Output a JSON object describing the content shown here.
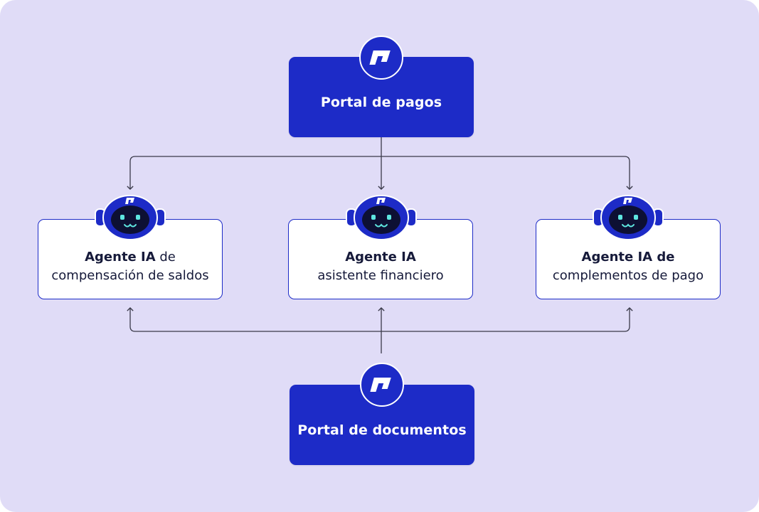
{
  "colors": {
    "background": "#e0dcf7",
    "brand_blue": "#1d2bc7",
    "text_dark": "#161a3a",
    "connector": "#3a3a4a",
    "robot_screen": "#0d1033",
    "robot_face": "#5ee6e0"
  },
  "portals": {
    "pagos": {
      "title": "Portal de pagos",
      "icon": "brand-logo-icon"
    },
    "documentos": {
      "title": "Portal de documentos",
      "icon": "brand-logo-icon"
    }
  },
  "agents": [
    {
      "bold": "Agente IA",
      "rest_line1": " de",
      "line2": "compensación de saldos",
      "icon": "robot-icon"
    },
    {
      "bold": "Agente IA",
      "rest_line1": "",
      "line2": "asistente financiero",
      "icon": "robot-icon"
    },
    {
      "bold": "Agente IA de",
      "rest_line1": "",
      "line2": "complementos de pago",
      "icon": "robot-icon"
    }
  ]
}
